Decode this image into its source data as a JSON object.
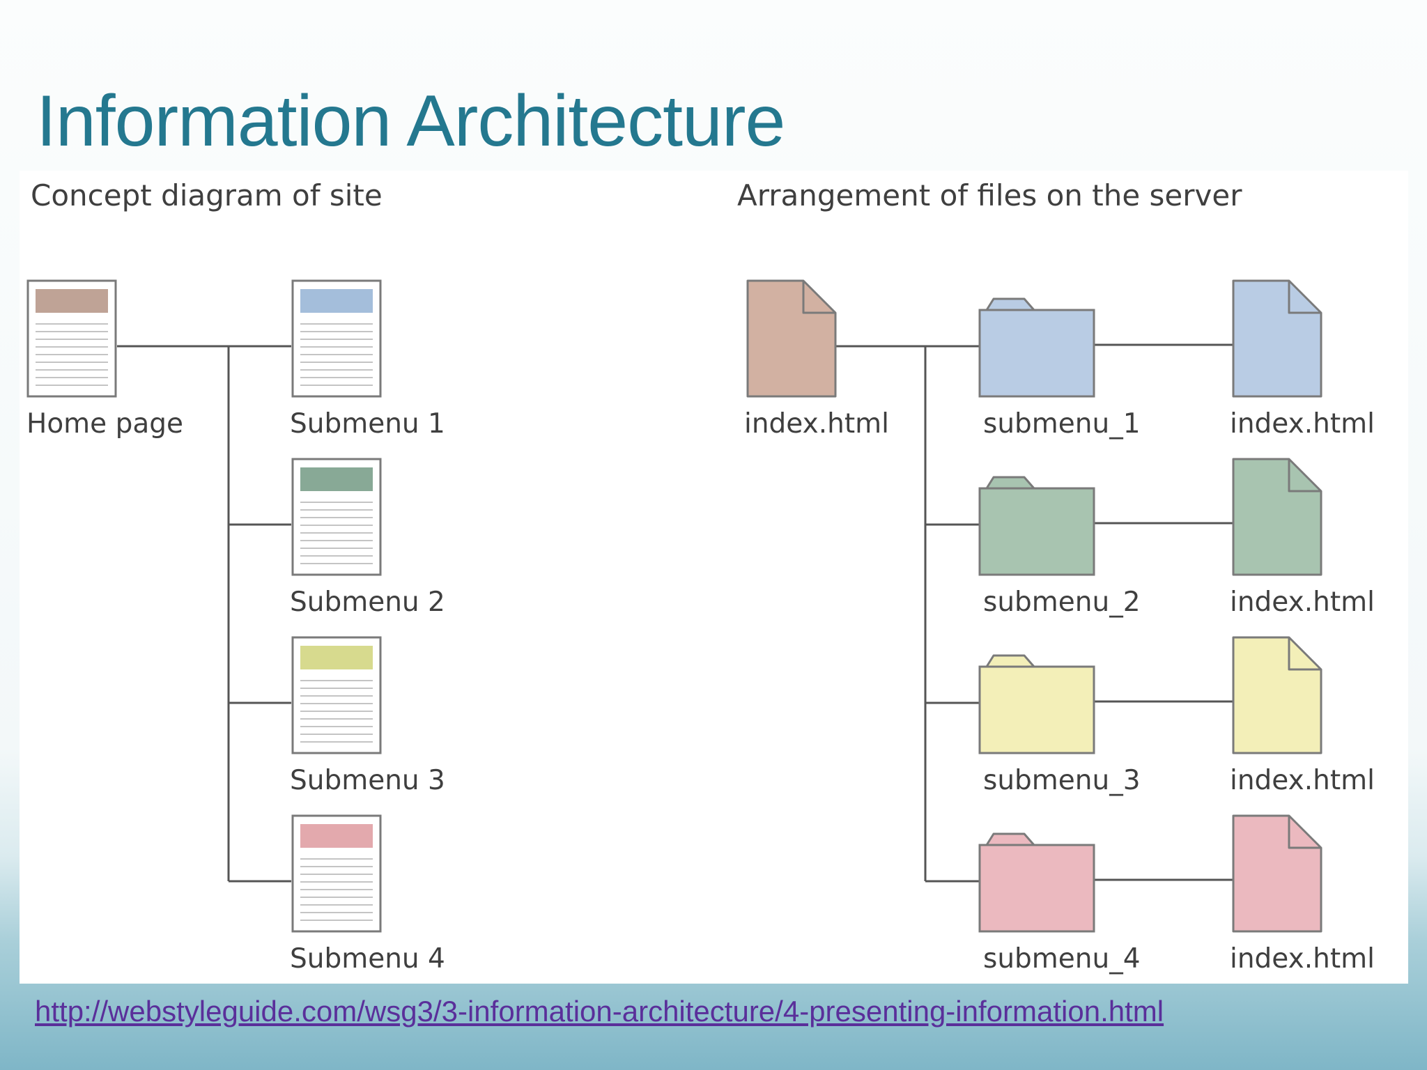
{
  "slide": {
    "title": "Information Architecture",
    "source_link": "http://webstyleguide.com/wsg3/3-information-architecture/4-presenting-information.html"
  },
  "concept": {
    "heading": "Concept diagram of site",
    "home": {
      "label": "Home page",
      "color": "#bfa396"
    },
    "submenus": [
      {
        "label": "Submenu 1",
        "color": "#a4bedb"
      },
      {
        "label": "Submenu 2",
        "color": "#88a996"
      },
      {
        "label": "Submenu 3",
        "color": "#d7da8e"
      },
      {
        "label": "Submenu 4",
        "color": "#e3a9ad"
      }
    ]
  },
  "files": {
    "heading": "Arrangement of files on the server",
    "root_file": {
      "label": "index.html",
      "color": "#d2b1a2"
    },
    "folders": [
      {
        "label": "submenu_1",
        "file": "index.html",
        "color": "#b9cce4"
      },
      {
        "label": "submenu_2",
        "file": "index.html",
        "color": "#a8c4b0"
      },
      {
        "label": "submenu_3",
        "file": "index.html",
        "color": "#f3efb8"
      },
      {
        "label": "submenu_4",
        "file": "index.html",
        "color": "#ebb9bf"
      }
    ]
  }
}
